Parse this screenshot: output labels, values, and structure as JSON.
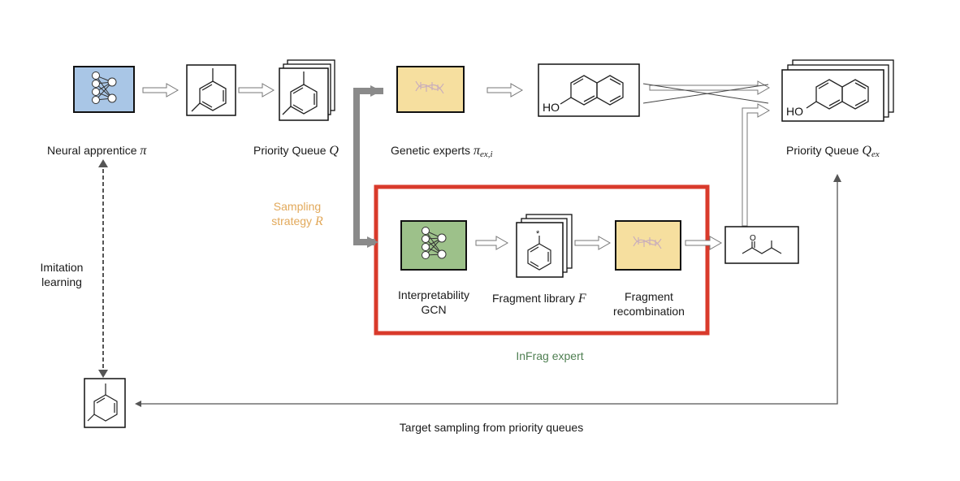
{
  "nodes": {
    "neural_apprentice": {
      "label": "Neural apprentice",
      "symbol": "π",
      "box_color": "#a9c6e6"
    },
    "priority_queue": {
      "label": "Priority Queue",
      "symbol": "Q"
    },
    "genetic_experts": {
      "label": "Genetic experts",
      "symbol": "π",
      "subscript": "ex,i",
      "box_color": "#f6df9f"
    },
    "naphthol_mol": {
      "text": "HO"
    },
    "priority_queue_ex": {
      "label": "Priority Queue",
      "symbol": "Q",
      "subscript": "ex",
      "text": "HO"
    },
    "interpretability_gcn": {
      "line1": "Interpretability",
      "line2": "GCN",
      "box_color": "#9dc18a"
    },
    "fragment_library": {
      "label": "Fragment library",
      "symbol": "F",
      "atom_marker": "*"
    },
    "fragment_recombination": {
      "line1": "Fragment",
      "line2": "recombination",
      "box_color": "#f6df9f"
    },
    "ketone_mol": {
      "atom_label": "O"
    }
  },
  "annotations": {
    "sampling_strategy": {
      "line1": "Sampling",
      "line2": "strategy",
      "symbol": "R",
      "color": "#e2a95b"
    },
    "imitation_learning": {
      "line1": "Imitation",
      "line2": "learning"
    },
    "infrag_expert": {
      "label": "InFrag expert",
      "color": "#4f7f52",
      "frame_color": "#d93a2b"
    },
    "target_sampling": {
      "label": "Target sampling from priority queues"
    }
  }
}
